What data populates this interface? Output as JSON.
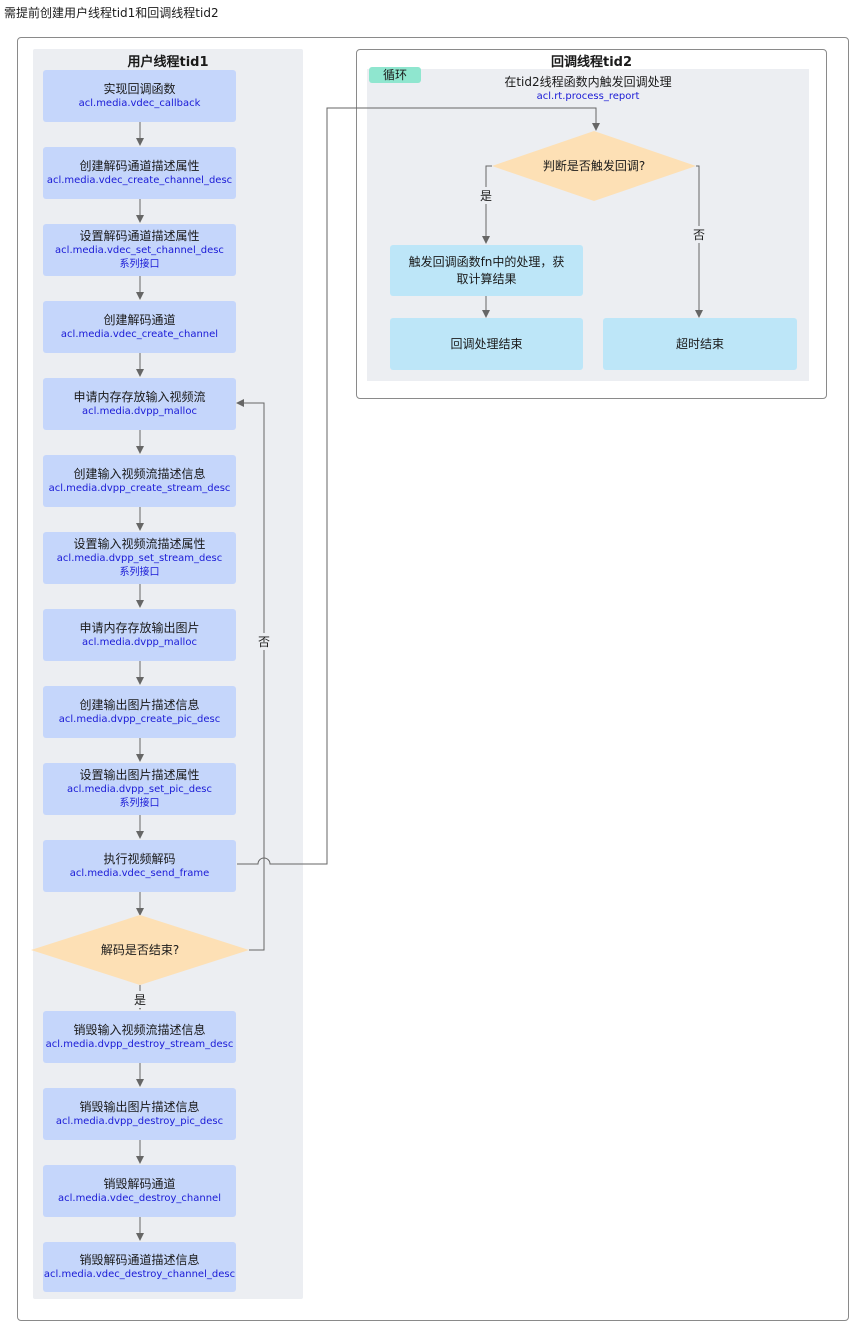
{
  "caption": "需提前创建用户线程tid1和回调线程tid2",
  "user_thread": {
    "title": "用户线程tid1",
    "steps": [
      {
        "title": "实现回调函数",
        "api": "acl.media.vdec_callback"
      },
      {
        "title": "创建解码通道描述属性",
        "api": "acl.media.vdec_create_channel_desc"
      },
      {
        "title": "设置解码通道描述属性",
        "api": "acl.media.vdec_set_channel_desc",
        "note": "系列接口"
      },
      {
        "title": "创建解码通道",
        "api": "acl.media.vdec_create_channel"
      },
      {
        "title": "申请内存存放输入视频流",
        "api": "acl.media.dvpp_malloc"
      },
      {
        "title": "创建输入视频流描述信息",
        "api": "acl.media.dvpp_create_stream_desc"
      },
      {
        "title": "设置输入视频流描述属性",
        "api": "acl.media.dvpp_set_stream_desc",
        "note": "系列接口"
      },
      {
        "title": "申请内存存放输出图片",
        "api": "acl.media.dvpp_malloc"
      },
      {
        "title": "创建输出图片描述信息",
        "api": "acl.media.dvpp_create_pic_desc"
      },
      {
        "title": "设置输出图片描述属性",
        "api": "acl.media.dvpp_set_pic_desc",
        "note": "系列接口"
      },
      {
        "title": "执行视频解码",
        "api": "acl.media.vdec_send_frame"
      }
    ],
    "decision": "解码是否结束?",
    "decision_yes": "是",
    "decision_no": "否",
    "end_steps": [
      {
        "title": "销毁输入视频流描述信息",
        "api": "acl.media.dvpp_destroy_stream_desc"
      },
      {
        "title": "销毁输出图片描述信息",
        "api": "acl.media.dvpp_destroy_pic_desc"
      },
      {
        "title": "销毁解码通道",
        "api": "acl.media.vdec_destroy_channel"
      },
      {
        "title": "销毁解码通道描述信息",
        "api": "acl.media.vdec_destroy_channel_desc"
      }
    ]
  },
  "callback_thread": {
    "title": "回调线程tid2",
    "loop_label": "循环",
    "loop_title": "在tid2线程函数内触发回调处理",
    "loop_api": "acl.rt.process_report",
    "decision": "判断是否触发回调?",
    "yes": "是",
    "no": "否",
    "trigger": "触发回调函数fn中的处理，获取计算结果",
    "cb_end": "回调处理结束",
    "timeout_end": "超时结束"
  },
  "colors": {
    "step_fill": "#c5d6fb",
    "decision_fill": "#fde0b5",
    "cb_fill": "#bde6f8",
    "loop_badge": "#8fe6cf",
    "api_text": "#1a1ad6"
  }
}
